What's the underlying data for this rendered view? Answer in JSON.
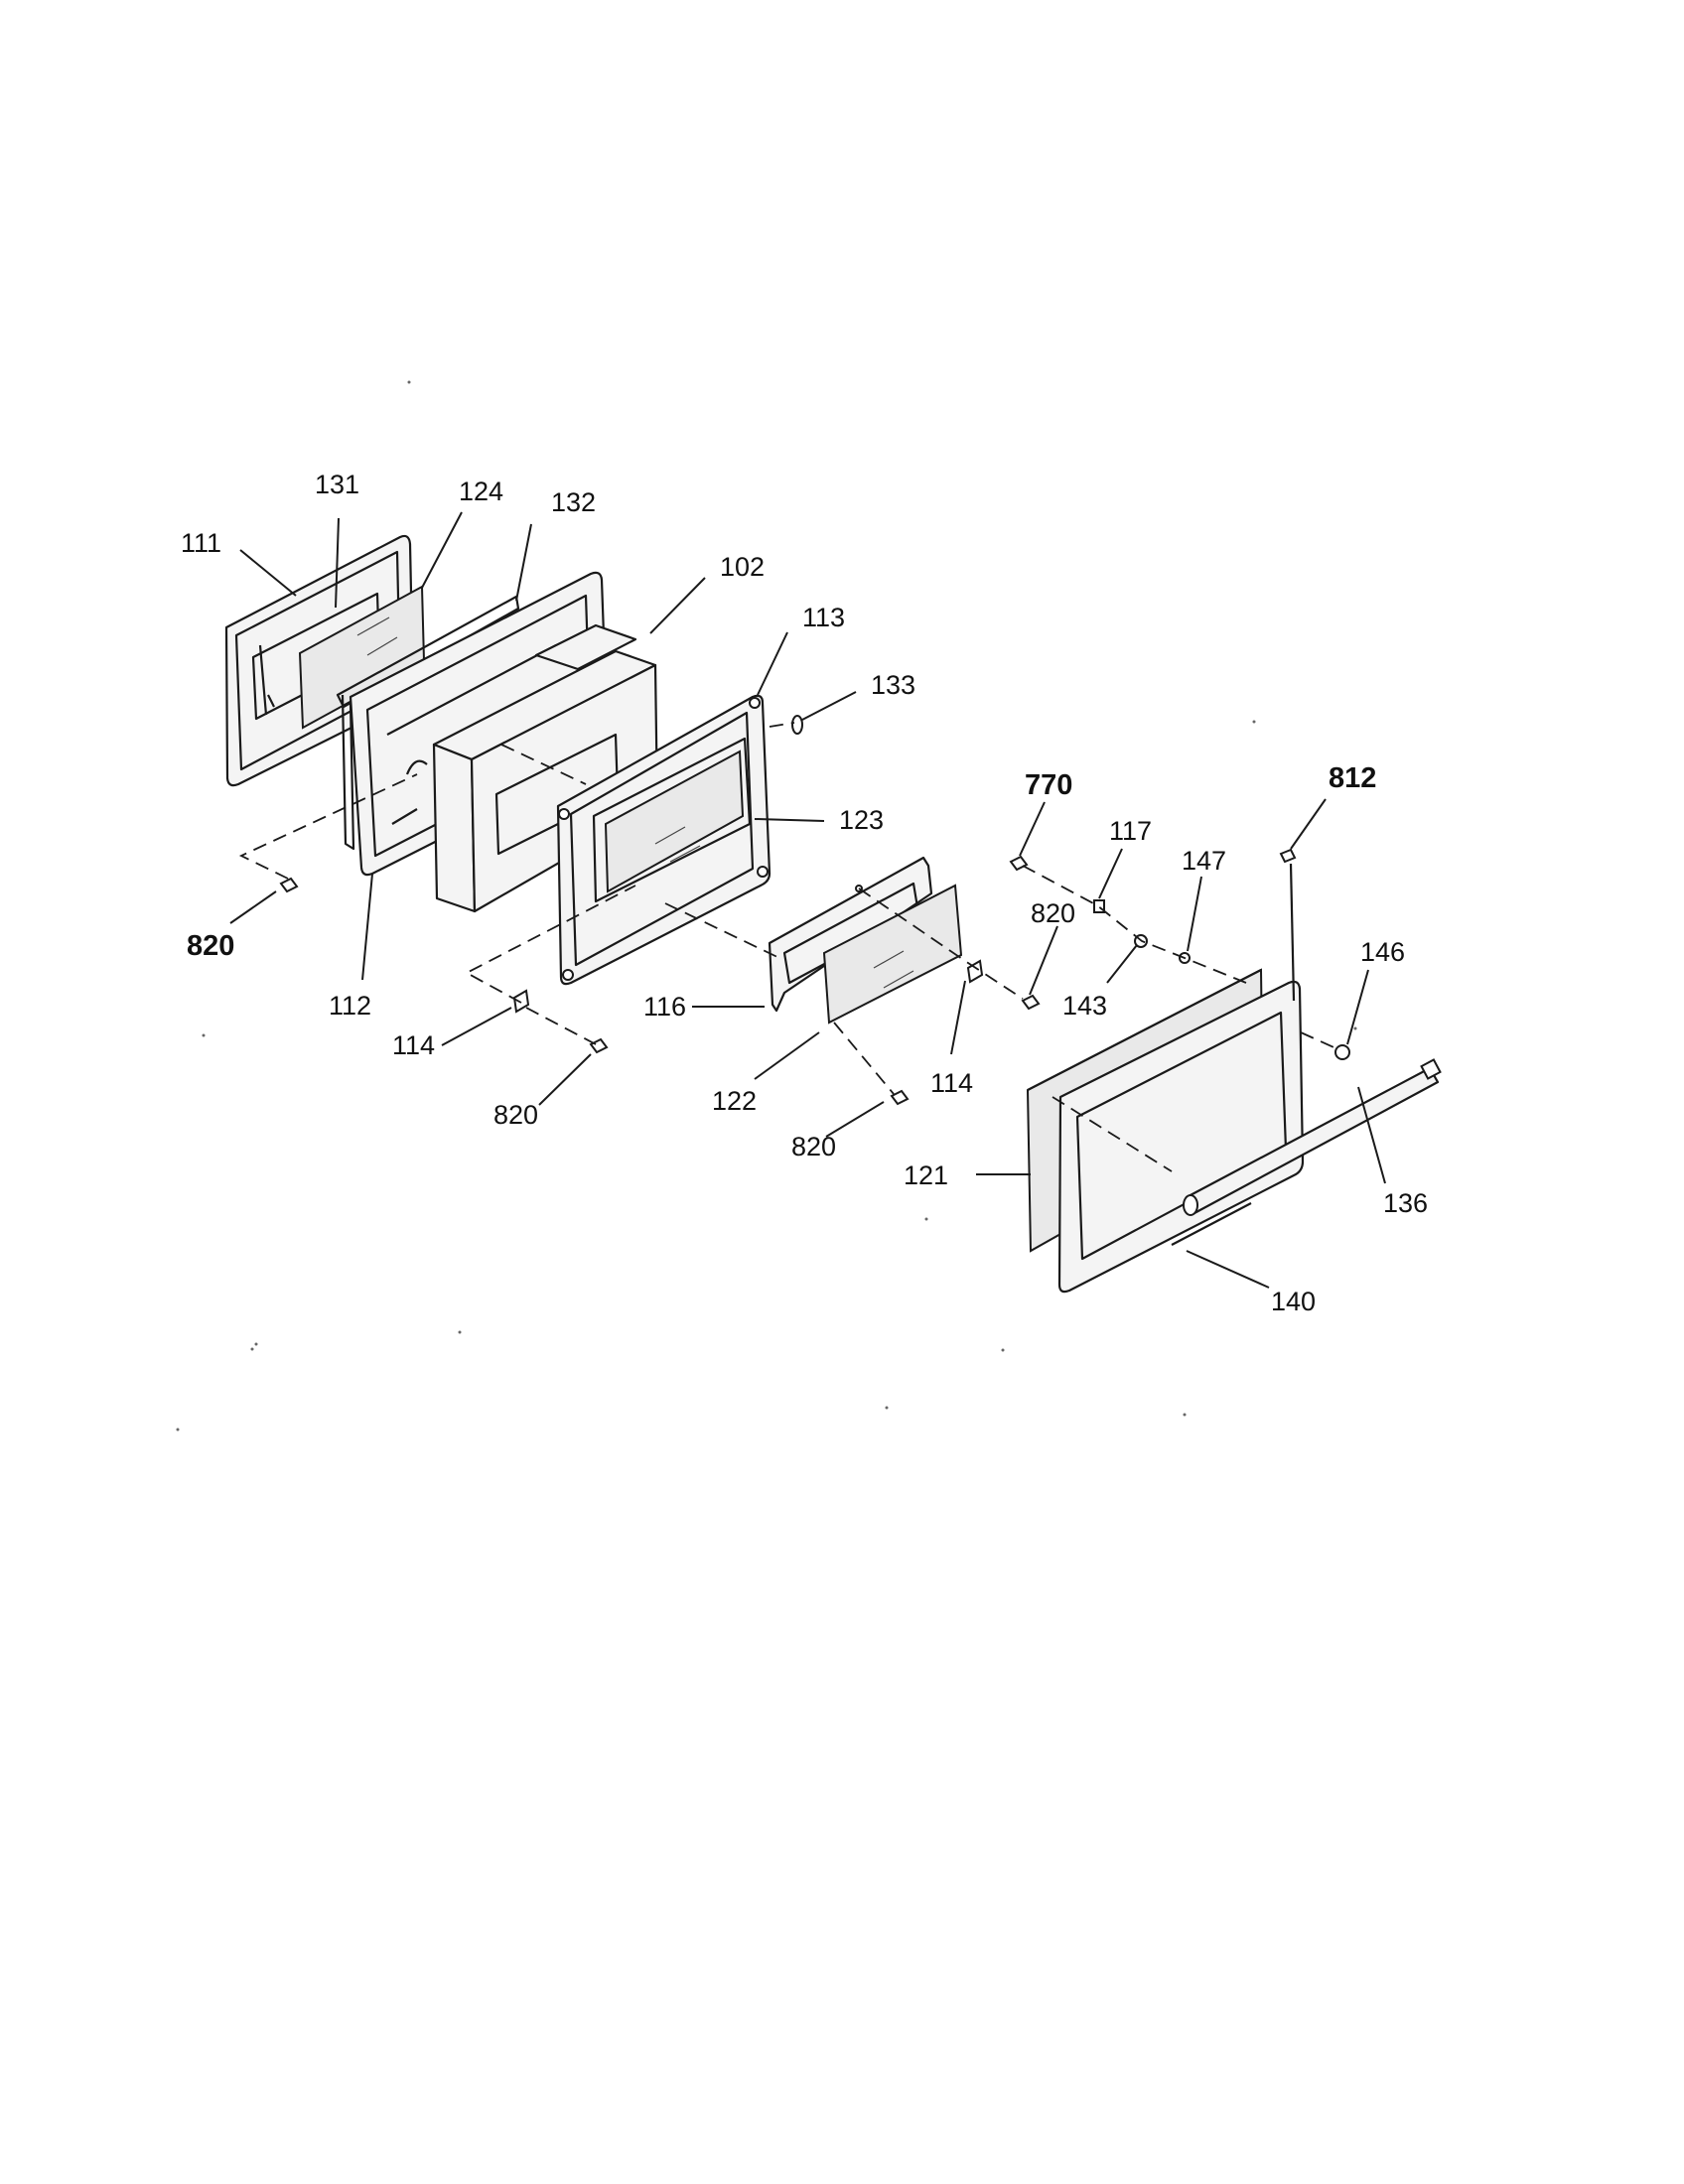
{
  "callouts": [
    {
      "id": "111",
      "label": "111",
      "bold": false
    },
    {
      "id": "131",
      "label": "131",
      "bold": false
    },
    {
      "id": "124",
      "label": "124",
      "bold": false
    },
    {
      "id": "132",
      "label": "132",
      "bold": false
    },
    {
      "id": "102",
      "label": "102",
      "bold": false
    },
    {
      "id": "113",
      "label": "113",
      "bold": false
    },
    {
      "id": "133",
      "label": "133",
      "bold": false
    },
    {
      "id": "123",
      "label": "123",
      "bold": false
    },
    {
      "id": "820a",
      "label": "820",
      "bold": true
    },
    {
      "id": "112",
      "label": "112",
      "bold": false
    },
    {
      "id": "114a",
      "label": "114",
      "bold": false
    },
    {
      "id": "820b",
      "label": "820",
      "bold": false
    },
    {
      "id": "116",
      "label": "116",
      "bold": false
    },
    {
      "id": "122",
      "label": "122",
      "bold": false
    },
    {
      "id": "820c",
      "label": "820",
      "bold": false
    },
    {
      "id": "114b",
      "label": "114",
      "bold": false
    },
    {
      "id": "770",
      "label": "770",
      "bold": true
    },
    {
      "id": "117",
      "label": "117",
      "bold": false
    },
    {
      "id": "812",
      "label": "812",
      "bold": true
    },
    {
      "id": "147",
      "label": "147",
      "bold": false
    },
    {
      "id": "820d",
      "label": "820",
      "bold": false
    },
    {
      "id": "143",
      "label": "143",
      "bold": false
    },
    {
      "id": "146",
      "label": "146",
      "bold": false
    },
    {
      "id": "121",
      "label": "121",
      "bold": false
    },
    {
      "id": "136",
      "label": "136",
      "bold": false
    },
    {
      "id": "140",
      "label": "140",
      "bold": false
    }
  ]
}
